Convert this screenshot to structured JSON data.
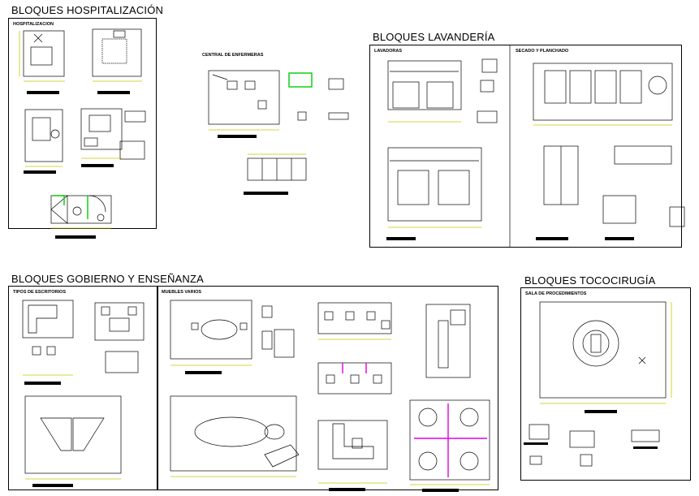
{
  "sections": {
    "hospitalizacion": {
      "title": "BLOQUES HOSPITALIZACIÓN",
      "sub_hospitalizacion": "HOSPITALIZACION",
      "sub_central": "CENTRAL DE ENFERMERAS"
    },
    "lavanderia": {
      "title": "BLOQUES LAVANDERÍA",
      "sub_lavadoras": "LAVADORAS",
      "sub_secado": "SECADO Y PLANCHADO"
    },
    "gobierno": {
      "title": "BLOQUES GOBIERNO Y ENSEÑANZA",
      "sub_escritorios": "TIPOS DE ESCRITORIOS",
      "sub_muebles": "MUEBLES VARIOS"
    },
    "tococirugia": {
      "title": "BLOQUES TOCOCIRUGÍA",
      "sub_procedimientos": "SALA DE PROCEDIMIENTOS"
    }
  },
  "colors": {
    "line": "#000000",
    "dimension": "#c8c800",
    "highlight_green": "#00cc00",
    "highlight_magenta": "#e000e0",
    "label_bar": "#000000"
  }
}
